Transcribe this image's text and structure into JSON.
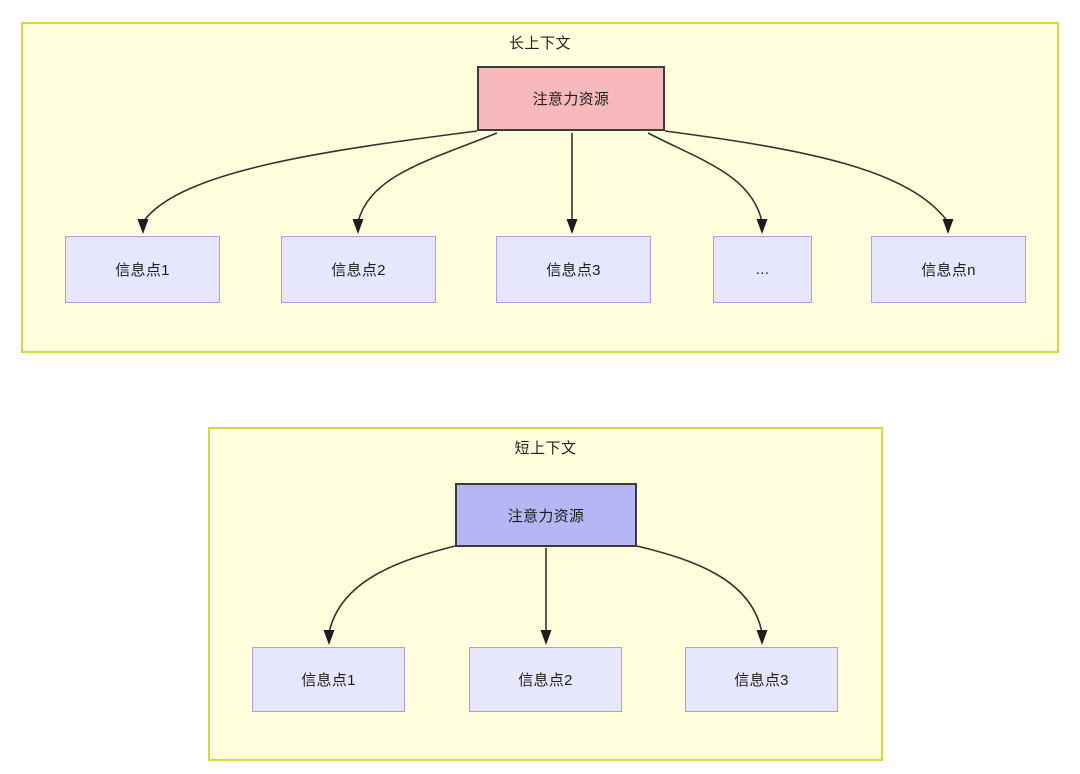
{
  "diagram": {
    "panels": [
      {
        "id": "long-context",
        "title": "长上下文",
        "root": {
          "label": "注意力资源",
          "fill": "#f8b9bd",
          "stroke": "#3c3c3c"
        },
        "children": [
          {
            "label": "信息点1"
          },
          {
            "label": "信息点2"
          },
          {
            "label": "信息点3"
          },
          {
            "label": "..."
          },
          {
            "label": "信息点n"
          }
        ]
      },
      {
        "id": "short-context",
        "title": "短上下文",
        "root": {
          "label": "注意力资源",
          "fill": "#b6b6f5",
          "stroke": "#3c3c3c"
        },
        "children": [
          {
            "label": "信息点1"
          },
          {
            "label": "信息点2"
          },
          {
            "label": "信息点3"
          }
        ]
      }
    ],
    "colors": {
      "panel_fill": "#ffffdd",
      "panel_border": "#d6d64a",
      "info_fill": "#e6e6fd",
      "info_border": "#b69ae8",
      "edge": "#333333",
      "text": "#1d1d1d"
    }
  }
}
